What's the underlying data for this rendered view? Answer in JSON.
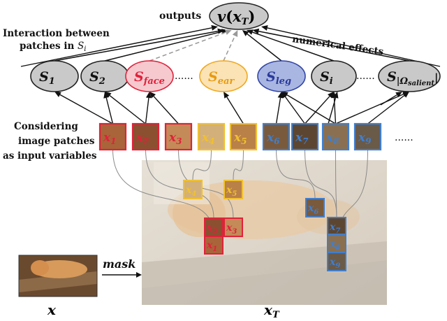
{
  "output_node": {
    "label": "v",
    "arg": "x",
    "arg_sub": "T",
    "caption": "outputs"
  },
  "left_caption": {
    "line1": "Interaction between",
    "line2": "patches in",
    "symbol": "S",
    "symbol_sub": "i"
  },
  "right_caption": "numerical effects",
  "nodes": [
    {
      "id": "S1",
      "base": "S",
      "sub": "1",
      "fill": "#c9c9c9",
      "stroke": "#222222",
      "text_color": "#111111"
    },
    {
      "id": "S2",
      "base": "S",
      "sub": "2",
      "fill": "#c9c9c9",
      "stroke": "#222222",
      "text_color": "#111111"
    },
    {
      "id": "Sface",
      "base": "S",
      "sub": "face",
      "fill": "#f6c9cf",
      "stroke": "#e0223a",
      "text_color": "#e0223a"
    },
    {
      "id": "Sear",
      "base": "S",
      "sub": "ear",
      "fill": "#fbe3b5",
      "stroke": "#f0a820",
      "text_color": "#e89a10"
    },
    {
      "id": "Sleg",
      "base": "S",
      "sub": "leg",
      "fill": "#a9b6e2",
      "stroke": "#3346a6",
      "text_color": "#2a3a9a"
    },
    {
      "id": "Si",
      "base": "S",
      "sub": "i",
      "fill": "#c9c9c9",
      "stroke": "#222222",
      "text_color": "#111111"
    },
    {
      "id": "Ssal",
      "base": "S",
      "sub": "|Ω",
      "sub2": "salient",
      "tail": "|",
      "fill": "#c9c9c9",
      "stroke": "#222222",
      "text_color": "#111111"
    }
  ],
  "node_dots": [
    "......",
    "......"
  ],
  "patch_caption": [
    "Considering",
    "image patches",
    "as input variables"
  ],
  "patches": [
    {
      "base": "x",
      "sub": "1",
      "color": "#e0223a",
      "tone": "#a9643a"
    },
    {
      "base": "x",
      "sub": "2",
      "color": "#e0223a",
      "tone": "#8a5030"
    },
    {
      "base": "x",
      "sub": "3",
      "color": "#e0223a",
      "tone": "#c48a58"
    },
    {
      "base": "x",
      "sub": "4",
      "color": "#f0c030",
      "tone": "#d3b07a"
    },
    {
      "base": "x",
      "sub": "5",
      "color": "#f0c030",
      "tone": "#b98048"
    },
    {
      "base": "x",
      "sub": "6",
      "color": "#3f7fd0",
      "tone": "#7a5a3c"
    },
    {
      "base": "x",
      "sub": "7",
      "color": "#3f7fd0",
      "tone": "#5c4632"
    },
    {
      "base": "x",
      "sub": "8",
      "color": "#3f7fd0",
      "tone": "#8a7050"
    },
    {
      "base": "x",
      "sub": "9",
      "color": "#3f7fd0",
      "tone": "#6a5a48"
    }
  ],
  "patch_dots": "......",
  "mask_label": "mask",
  "x_label": "x",
  "xT_label": {
    "base": "x",
    "sub": "T"
  }
}
